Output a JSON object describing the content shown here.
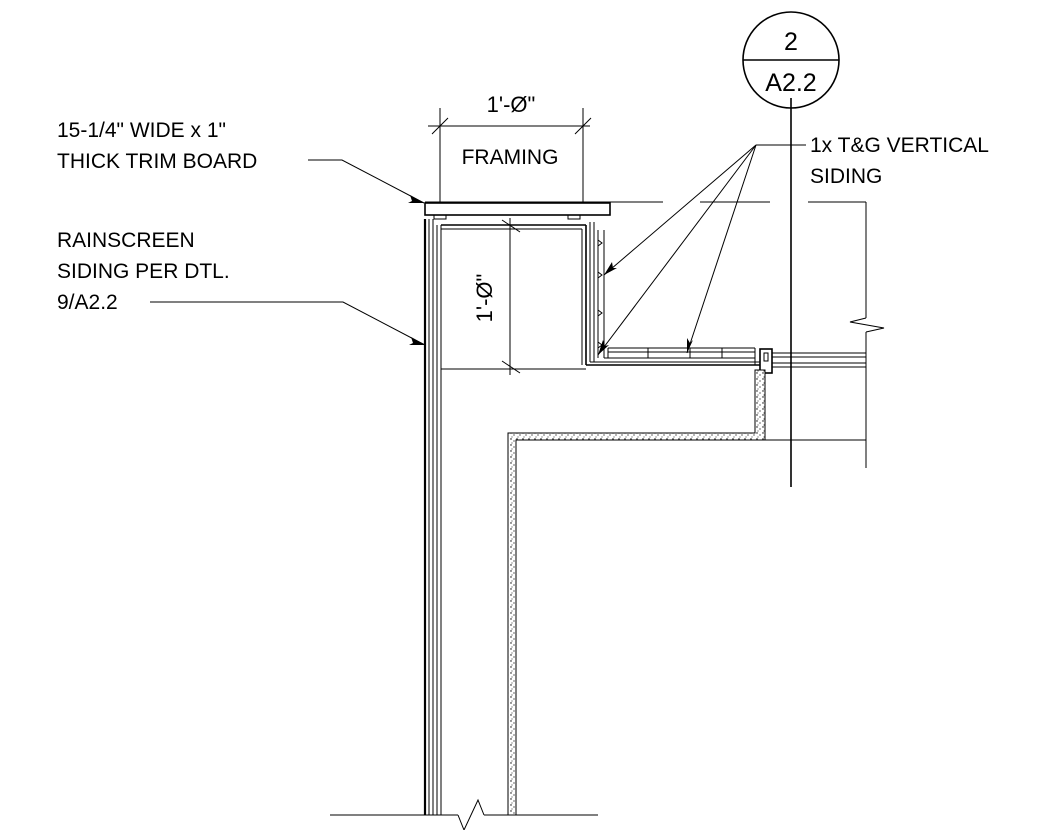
{
  "labels": {
    "trim_line1": "15-1/4\" WIDE x 1\"",
    "trim_line2": "THICK TRIM BOARD",
    "rainscreen_line1": "RAINSCREEN",
    "rainscreen_line2": "SIDING PER DTL.",
    "rainscreen_line3": "9/A2.2",
    "siding_line1": "1x T&G VERTICAL",
    "siding_line2": "SIDING",
    "framing": "FRAMING"
  },
  "dimensions": {
    "horizontal": "1'-Ø\"",
    "vertical": "1'-Ø\""
  },
  "section_callout": {
    "number": "2",
    "sheet": "A2.2"
  }
}
